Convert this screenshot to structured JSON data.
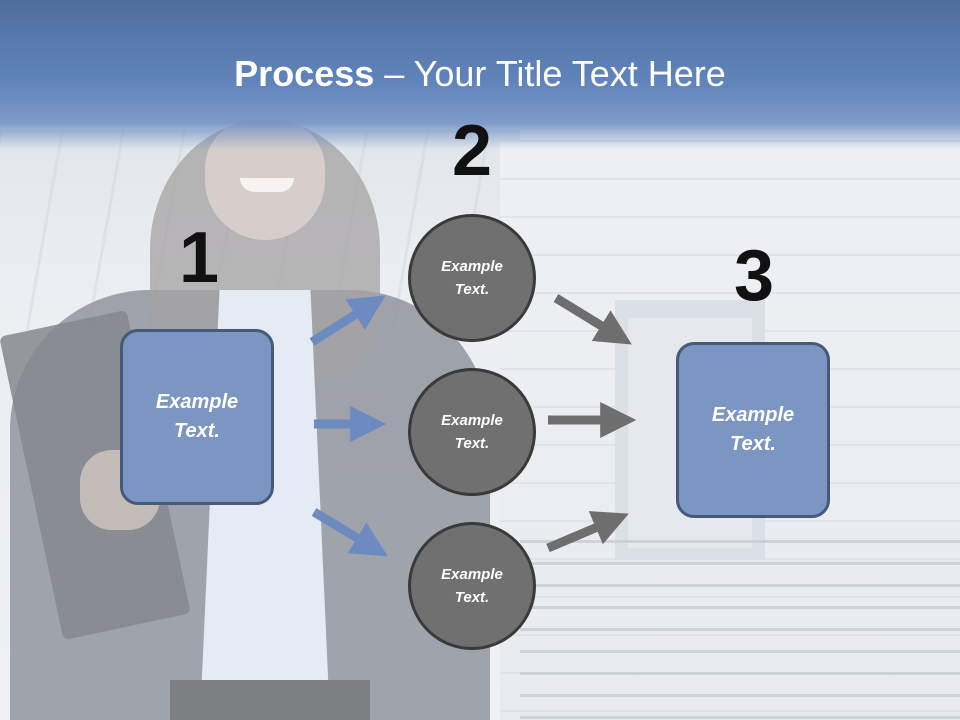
{
  "slide": {
    "title_bold": "Process",
    "title_rest": " – Your Title Text Here"
  },
  "steps": {
    "step1_number": "1",
    "step2_number": "2",
    "step3_number": "3"
  },
  "left_box": {
    "label": "Example Text."
  },
  "circles": [
    {
      "label": "Example Text."
    },
    {
      "label": "Example Text."
    },
    {
      "label": "Example Text."
    }
  ],
  "right_box": {
    "label": "Example Text."
  },
  "colors": {
    "title_band": "#5b7eb5",
    "box_fill": "#7b96c2",
    "box_border": "#465a78",
    "circle_fill": "#707070",
    "blue_arrow": "#6d8bc0",
    "gray_arrow": "#6e6e6e"
  }
}
